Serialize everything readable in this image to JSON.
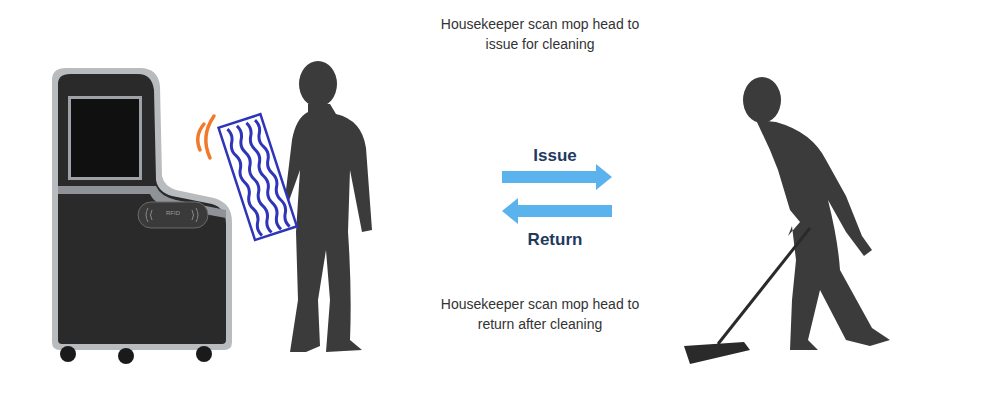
{
  "diagram": {
    "labels": [
      "Housekeeper scan mop head to issue for cleaning",
      "Issue",
      "Return",
      "Housekeeper scan mop head to return after cleaning",
      "RFID"
    ]
  }
}
